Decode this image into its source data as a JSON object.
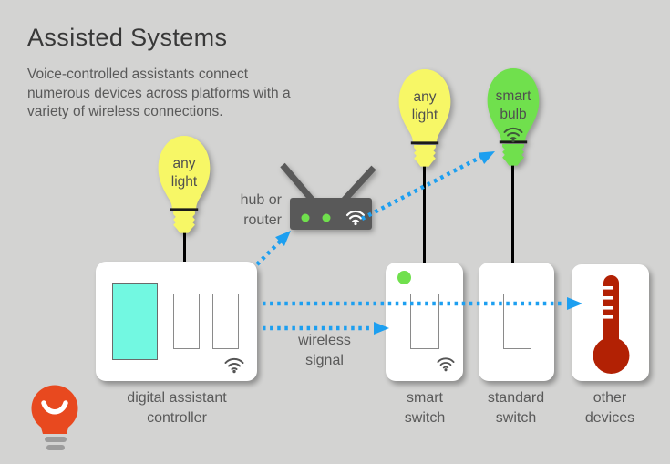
{
  "header": {
    "title": "Assisted Systems",
    "subtitle": "Voice-controlled assistants connect\nnumerous devices across platforms with a\nvariety of wireless connections."
  },
  "nodes": {
    "bulb_left": {
      "label": "any\nlight"
    },
    "bulb_center": {
      "label": "any\nlight"
    },
    "smart_bulb": {
      "label": "smart\nbulb"
    },
    "router": {
      "label": "hub or\nrouter"
    },
    "controller": {
      "label": "digital assistant\ncontroller"
    },
    "smart_switch": {
      "label": "smart\nswitch"
    },
    "standard_switch": {
      "label": "standard\nswitch"
    },
    "other_devices": {
      "label": "other\ndevices"
    }
  },
  "annotations": {
    "wireless_signal": "wireless\nsignal"
  },
  "icons": {
    "wifi": "wifi-icon",
    "router": "router-icon",
    "bulb": "lightbulb-icon",
    "thermometer": "thermometer-icon",
    "status_dot": "power-status-dot",
    "logo": "smiling-bulb-logo"
  },
  "colors": {
    "background": "#d3d3d2",
    "accent_blue": "#1d9ff0",
    "bulb_yellow": "#f7f766",
    "bulb_green": "#70e04d",
    "router_gray": "#595959",
    "panel_cyan": "#72f8e1",
    "thermometer_red": "#b22104",
    "logo_orange": "#e8491f",
    "wire_black": "#000000",
    "text_dark": "#383838",
    "text_gray": "#595959"
  }
}
